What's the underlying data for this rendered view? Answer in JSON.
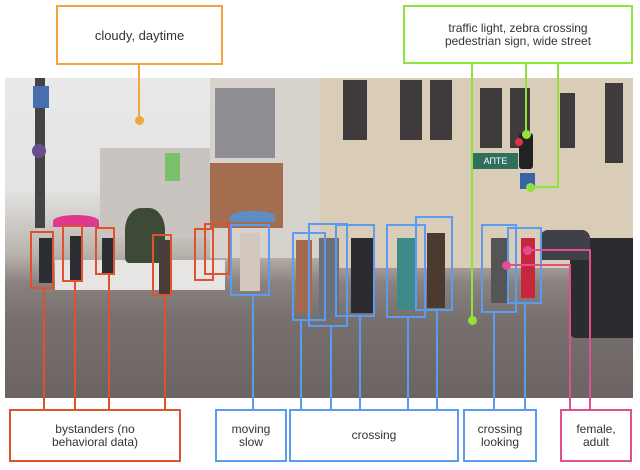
{
  "colors": {
    "scene_orange": "#f0a640",
    "infra_green": "#8ee33c",
    "bystander_red": "#e0522e",
    "behavior_blue": "#5b9cf0",
    "demographic_pink": "#e0508f",
    "text": "#333333"
  },
  "labels": {
    "scene": "cloudy, daytime",
    "infrastructure_line1": "traffic light, zebra crossing",
    "infrastructure_line2": "pedestrian sign, wide street",
    "bystanders_line1": "bystanders (no",
    "bystanders_line2": "behavioral data)",
    "moving_slow_line1": "moving",
    "moving_slow_line2": "slow",
    "crossing": "crossing",
    "crossing_looking_line1": "crossing",
    "crossing_looking_line2": "looking",
    "female_adult_line1": "female,",
    "female_adult_line2": "adult"
  },
  "photo_signs": {
    "pharmacy": "АПТЕ"
  }
}
